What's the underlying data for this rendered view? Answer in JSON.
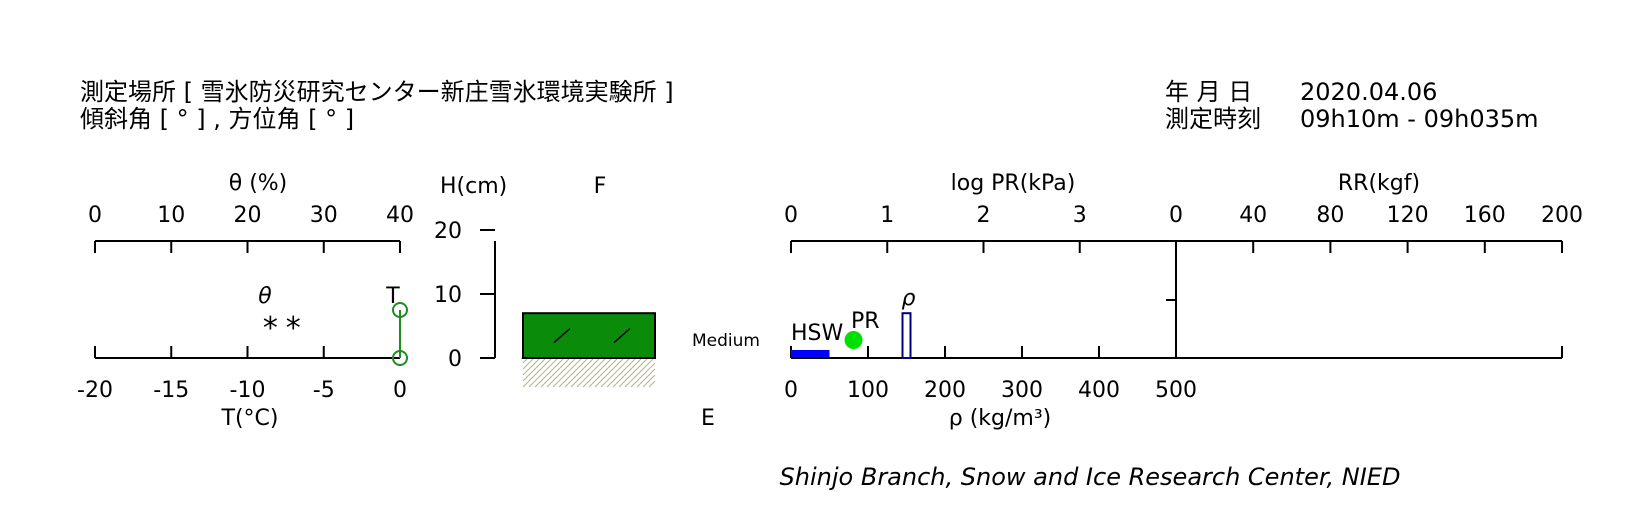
{
  "header": {
    "location_line": "測定場所 [ 雪氷防災研究センター新庄雪氷環境実験所 ]",
    "angle_line": "傾斜角 [ ° ] , 方位角 [ ° ]",
    "date_label": "年 月 日",
    "date_value": "2020.04.06",
    "time_label": "測定時刻",
    "time_value": "09h10m - 09h035m"
  },
  "footer": {
    "credit": "Shinjo Branch, Snow and Ice Research Center, NIED"
  },
  "chart_data": [
    {
      "type": "scatter",
      "panel": "temperature_moisture",
      "top_axis_title": "θ (%)",
      "top_ticks": [
        "0",
        "10",
        "20",
        "30",
        "40"
      ],
      "top_range": [
        0,
        40
      ],
      "bottom_axis_title": "T(°C)",
      "bottom_ticks": [
        "-20",
        "-15",
        "-10",
        "-5",
        "0"
      ],
      "bottom_range": [
        -20,
        0
      ],
      "series": [
        {
          "name": "θ",
          "marker": "*",
          "points": [
            {
              "x": 23,
              "h": 5
            },
            {
              "x": 26,
              "h": 5
            }
          ]
        },
        {
          "name": "T",
          "marker": "open-circle",
          "color": "#1e8c1e",
          "points": [
            {
              "x": 0,
              "h": 7.5
            },
            {
              "x": 0,
              "h": 0
            }
          ]
        }
      ]
    },
    {
      "type": "bar",
      "panel": "snow_layers",
      "axis_title": "H(cm)",
      "ticks": [
        "0",
        "10",
        "20"
      ],
      "range": [
        0,
        20
      ],
      "top_label": "F",
      "bottom_label": "E",
      "layers": [
        {
          "bottom": 0,
          "top": 7,
          "color": "#0a8c0a",
          "grain": "/"
        }
      ],
      "ground_color": "#b4b482"
    },
    {
      "type": "bar",
      "panel": "density_hardness",
      "top_axis_title": "log PR(kPa)",
      "top_ticks": [
        "0",
        "1",
        "2",
        "3"
      ],
      "top_range": [
        0,
        4
      ],
      "rr_axis_title": "RR(kgf)",
      "rr_ticks": [
        "0",
        "40",
        "80",
        "120",
        "160",
        "200"
      ],
      "rr_range": [
        0,
        200
      ],
      "bottom_axis_title": "ρ (kg/m³)",
      "bottom_ticks": [
        "0",
        "100",
        "200",
        "300",
        "400",
        "500"
      ],
      "bottom_range": [
        0,
        500
      ],
      "hardness_label": "Medium",
      "hsw": {
        "label": "HSW",
        "value": 50,
        "color": "#0000ff"
      },
      "pr": {
        "label": "PR",
        "value": 0.65,
        "color": "#00e000"
      },
      "density": {
        "label": "ρ",
        "value": 150,
        "color": "#000080",
        "bottom": 0,
        "top": 7
      }
    }
  ]
}
